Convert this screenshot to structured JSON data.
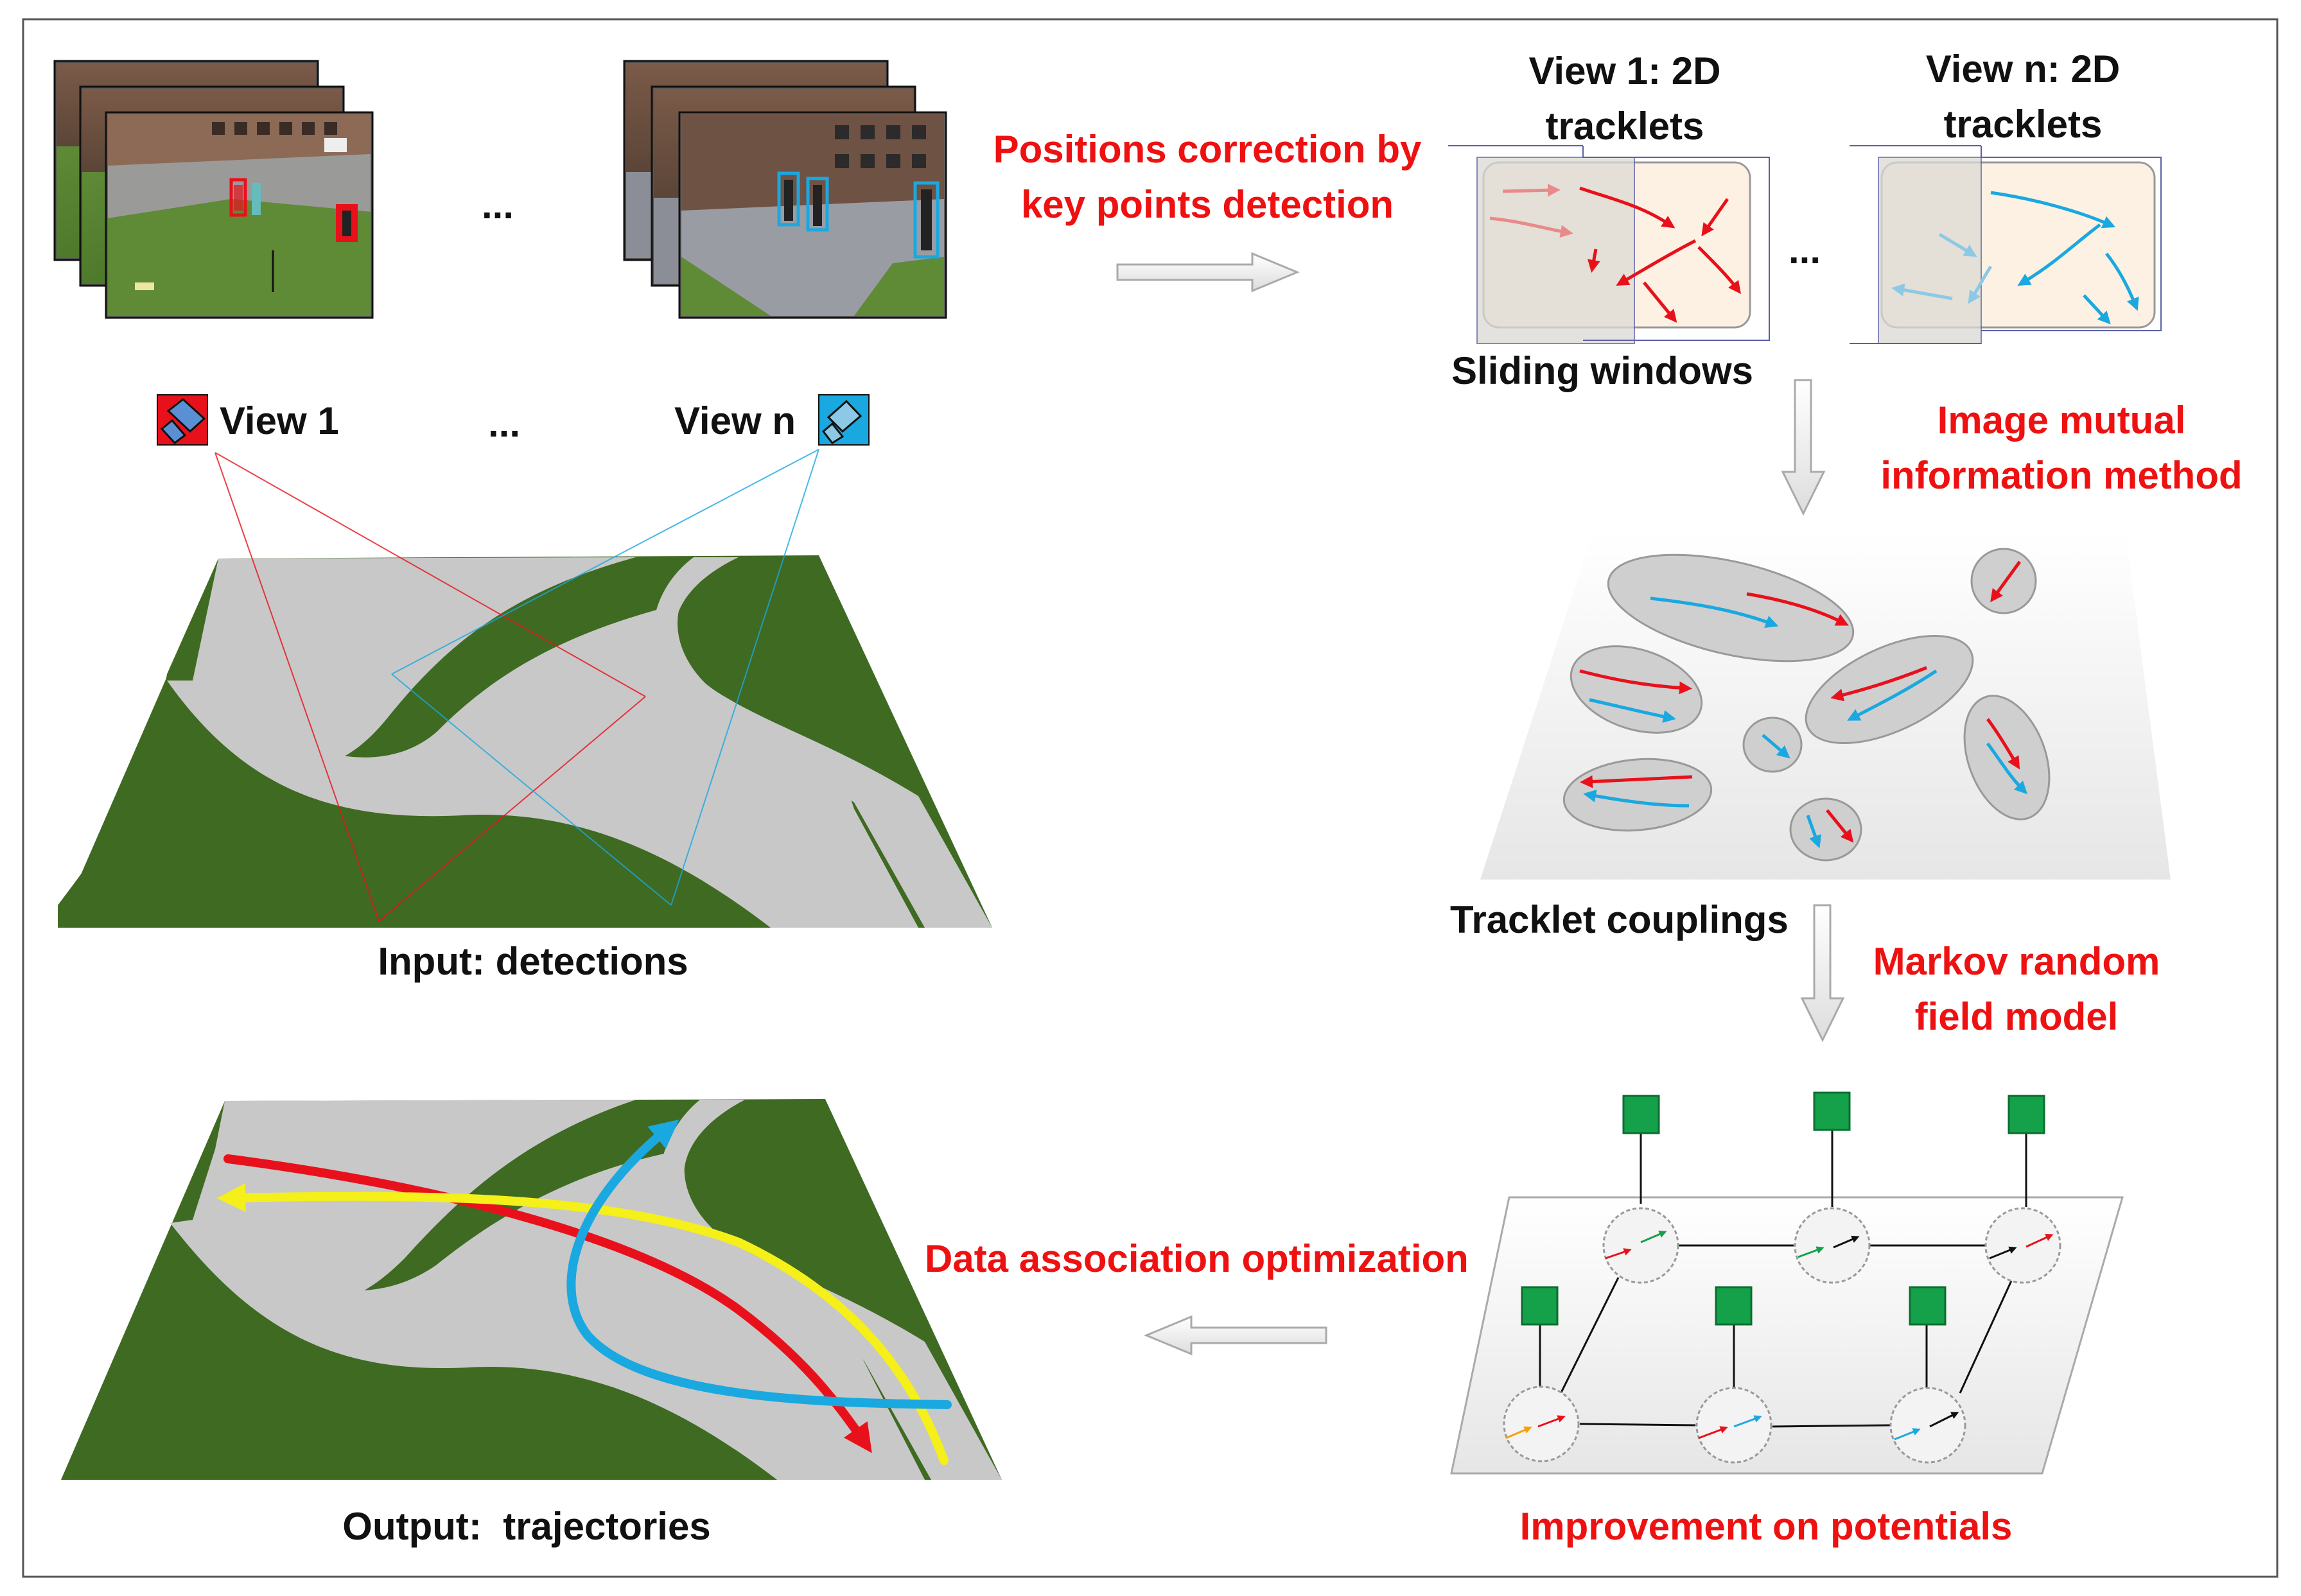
{
  "colors": {
    "grass": "#3f6a22",
    "road": "#c8c8c8",
    "red_arrow": "#e8111b",
    "blue_arrow": "#1aa8e0",
    "yellow_arrow": "#f5ef1a",
    "green_node": "#14a14a",
    "window_fill": "#fdf1e3",
    "coupling_fill": "#cfcfcf",
    "label_red": "#ee1111"
  },
  "input_panel": {
    "caption": "Input: detections",
    "camera_labels": [
      "View 1",
      "View n"
    ],
    "ellipsis": "..."
  },
  "step1": {
    "method": "Positions correction by\nkey points detection"
  },
  "tracklets": {
    "view1_title": "View 1: 2D\ntracklets",
    "viewn_title": "View n: 2D\ntracklets",
    "caption": "Sliding windows",
    "ellipsis": "..."
  },
  "step2": {
    "method": "Image mutual\ninformation method"
  },
  "couplings": {
    "caption": "Tracklet couplings"
  },
  "step3": {
    "method": "Markov random\nfield model"
  },
  "mrf": {
    "caption": "Improvement on potentials"
  },
  "step4": {
    "method": "Data association optimization"
  },
  "output_panel": {
    "caption": "Output:  trajectories"
  }
}
